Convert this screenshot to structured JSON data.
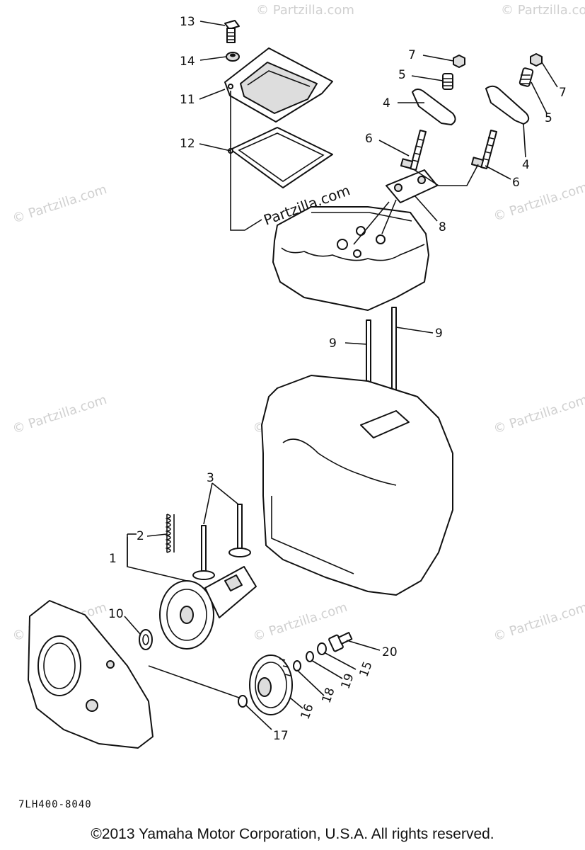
{
  "watermark": {
    "text": "© Partzilla.com",
    "center_text": "Partzilla.com"
  },
  "callouts": {
    "c1": "1",
    "c2": "2",
    "c3": "3",
    "c4a": "4",
    "c4b": "4",
    "c5a": "5",
    "c5b": "5",
    "c6a": "6",
    "c6b": "6",
    "c7a": "7",
    "c7b": "7",
    "c8": "8",
    "c9a": "9",
    "c9b": "9",
    "c10": "10",
    "c11": "11",
    "c12": "12",
    "c13": "13",
    "c14": "14",
    "c15": "15",
    "c16": "16",
    "c17": "17",
    "c18": "18",
    "c19": "19",
    "c20": "20"
  },
  "diagram_code": "7LH400-8040",
  "copyright": "©2013 Yamaha Motor Corporation, U.S.A. All rights reserved."
}
